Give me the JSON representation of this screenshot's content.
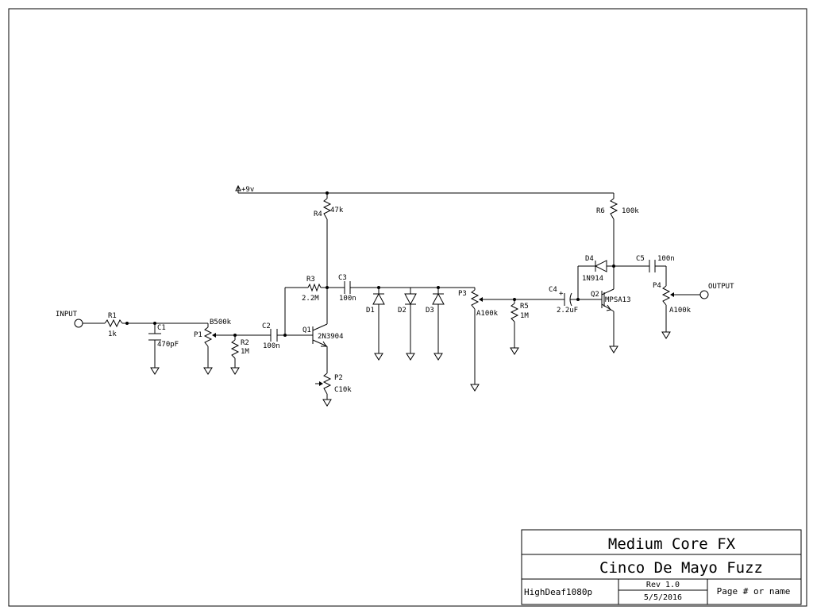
{
  "title_block": {
    "company": "Medium Core FX",
    "project": "Cinco De Mayo Fuzz",
    "author": "HighDeaf1080p",
    "revision": "Rev 1.0",
    "date": "5/5/2016",
    "page": "Page # or name"
  },
  "power": {
    "supply": "+9v"
  },
  "ports": {
    "input": "INPUT",
    "output": "OUTPUT"
  },
  "components": {
    "R1": {
      "ref": "R1",
      "value": "1k"
    },
    "C1": {
      "ref": "C1",
      "value": "470pF"
    },
    "P1": {
      "ref": "P1",
      "value": "B500k"
    },
    "R2": {
      "ref": "R2",
      "value": "1M"
    },
    "C2": {
      "ref": "C2",
      "value": "100n"
    },
    "Q1": {
      "ref": "Q1",
      "value": "2N3904"
    },
    "R3": {
      "ref": "R3",
      "value": "2.2M"
    },
    "R4": {
      "ref": "R4",
      "value": "47k"
    },
    "C3": {
      "ref": "C3",
      "value": "100n"
    },
    "P2": {
      "ref": "P2",
      "value": "C10k"
    },
    "D1": {
      "ref": "D1"
    },
    "D2": {
      "ref": "D2"
    },
    "D3": {
      "ref": "D3"
    },
    "P3": {
      "ref": "P3",
      "value": "A100k"
    },
    "R5": {
      "ref": "R5",
      "value": "1M"
    },
    "C4": {
      "ref": "C4",
      "value": "2.2uF"
    },
    "Q2": {
      "ref": "Q2",
      "value": "MPSA13"
    },
    "R6": {
      "ref": "R6",
      "value": "100k"
    },
    "D4": {
      "ref": "D4",
      "value": "1N914"
    },
    "C5": {
      "ref": "C5",
      "value": "100n"
    },
    "P4": {
      "ref": "P4",
      "value": "A100k"
    }
  }
}
